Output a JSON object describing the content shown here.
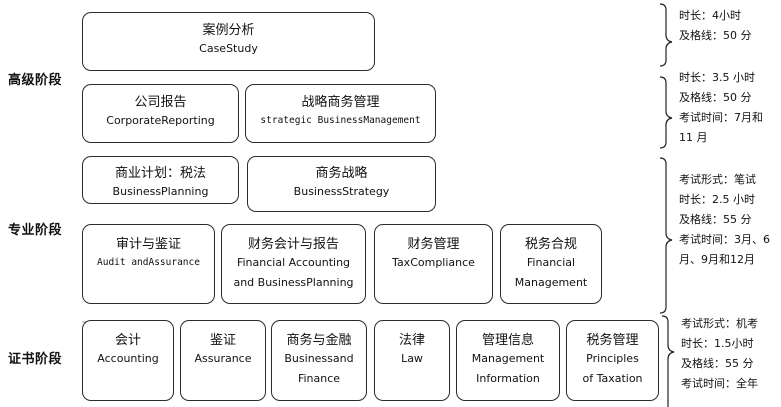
{
  "levels": {
    "advanced": "高级阶段",
    "professional": "专业阶段",
    "certificate": "证书阶段"
  },
  "modules": {
    "case_study": {
      "cn": "案例分析",
      "en": "CaseStudy"
    },
    "corporate_reporting": {
      "cn": "公司报告",
      "en": "CorporateReporting"
    },
    "strategic_business_management": {
      "cn": "战略商务管理",
      "en": "strategic BusinessManagement"
    },
    "business_planning_taxation": {
      "cn": "商业计划：税法",
      "en": "BusinessPlanning"
    },
    "business_strategy": {
      "cn": "商务战略",
      "en": "BusinessStrategy"
    },
    "audit_assurance": {
      "cn": "审计与鉴证",
      "en": "Audit andAssurance"
    },
    "financial_accounting": {
      "cn": "财务会计与报告",
      "en_line1": "Financial Accounting",
      "en_line2": "and BusinessPlanning"
    },
    "financial_management": {
      "cn": "财务管理",
      "en": "TaxCompliance"
    },
    "tax_compliance": {
      "cn": "税务合规",
      "en_line1": "Financial",
      "en_line2": "Management"
    },
    "accounting": {
      "cn": "会计",
      "en": "Accounting"
    },
    "assurance": {
      "cn": "鉴证",
      "en": "Assurance"
    },
    "business_finance": {
      "cn": "商务与金融",
      "en_line1": "Businessand",
      "en_line2": "Finance"
    },
    "law": {
      "cn": "法律",
      "en": "Law"
    },
    "management_information": {
      "cn": "管理信息",
      "en_line1": "Management",
      "en_line2": "Information"
    },
    "principles_of_taxation": {
      "cn": "税务管理",
      "en_line1": "Principles",
      "en_line2": "of Taxation"
    }
  },
  "notes": {
    "case_study": [
      "时长：4小时",
      "及格线：50 分"
    ],
    "advanced": [
      "时长：3.5 小时",
      "及格线：50 分",
      "考试时间：7月和",
      "11 月"
    ],
    "professional": [
      "考试形式：笔试",
      "时长：2.5 小时",
      "及格线：55 分",
      "考试时间：3月、6",
      "月、9月和12月"
    ],
    "certificate": [
      "考试形式：机考",
      "时长：1.5小时",
      "及格线：55 分",
      "考试时间：全年"
    ]
  }
}
